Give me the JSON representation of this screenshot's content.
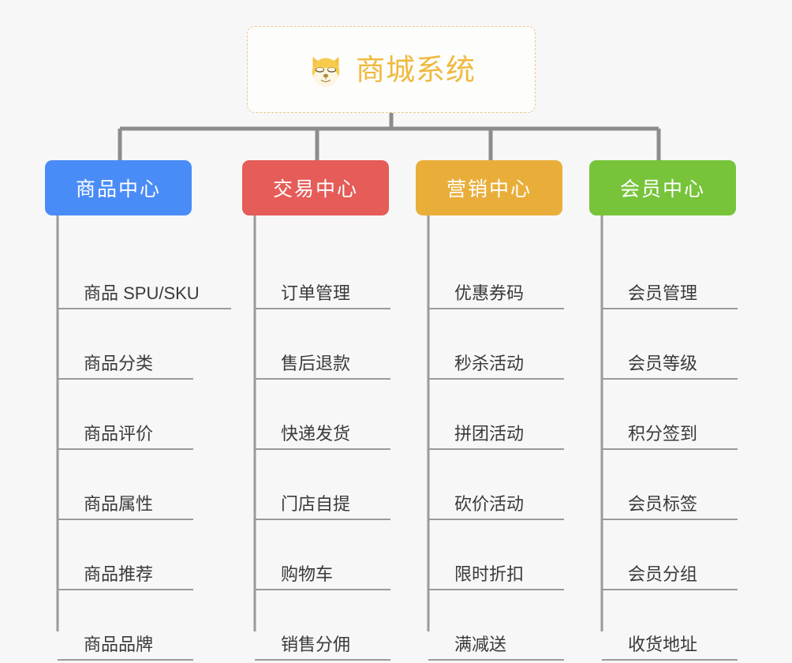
{
  "root": {
    "title": "商城系统",
    "icon": "shiba-dog-icon",
    "border_color": "#eec98a",
    "text_color": "#f0b93f"
  },
  "canvas": {
    "background": "#f7f7f7",
    "connector_color": "#8c8c8c"
  },
  "columns": [
    {
      "title": "商品中心",
      "color": "#4a8cf7",
      "items": [
        {
          "label": "商品 SPU/SKU",
          "wide": true
        },
        {
          "label": "商品分类",
          "wide": false
        },
        {
          "label": "商品评价",
          "wide": false
        },
        {
          "label": "商品属性",
          "wide": false
        },
        {
          "label": "商品推荐",
          "wide": false
        },
        {
          "label": "商品品牌",
          "wide": false
        }
      ]
    },
    {
      "title": "交易中心",
      "color": "#e55c58",
      "items": [
        {
          "label": "订单管理",
          "wide": false
        },
        {
          "label": "售后退款",
          "wide": false
        },
        {
          "label": "快递发货",
          "wide": false
        },
        {
          "label": "门店自提",
          "wide": false
        },
        {
          "label": "购物车",
          "wide": false
        },
        {
          "label": "销售分佣",
          "wide": false
        }
      ]
    },
    {
      "title": "营销中心",
      "color": "#e9ae3a",
      "items": [
        {
          "label": "优惠券码",
          "wide": false
        },
        {
          "label": "秒杀活动",
          "wide": false
        },
        {
          "label": "拼团活动",
          "wide": false
        },
        {
          "label": "砍价活动",
          "wide": false
        },
        {
          "label": "限时折扣",
          "wide": false
        },
        {
          "label": "满减送",
          "wide": false
        }
      ]
    },
    {
      "title": "会员中心",
      "color": "#77c43b",
      "items": [
        {
          "label": "会员管理",
          "wide": false
        },
        {
          "label": "会员等级",
          "wide": false
        },
        {
          "label": "积分签到",
          "wide": false
        },
        {
          "label": "会员标签",
          "wide": false
        },
        {
          "label": "会员分组",
          "wide": false
        },
        {
          "label": "收货地址",
          "wide": false
        }
      ]
    }
  ]
}
